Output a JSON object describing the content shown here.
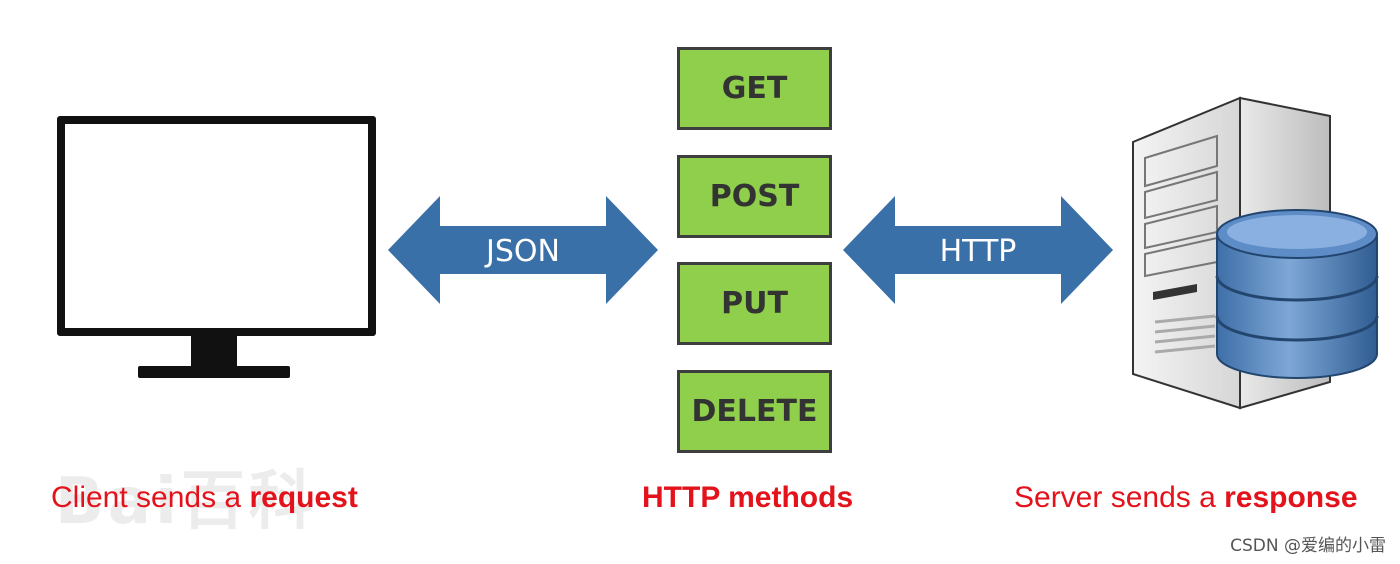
{
  "diagram": {
    "left_arrow_label": "JSON",
    "right_arrow_label": "HTTP",
    "methods": [
      "GET",
      "POST",
      "PUT",
      "DELETE"
    ],
    "captions": {
      "client": {
        "normal": "Client sends a ",
        "bold": "request"
      },
      "methods": {
        "bold": "HTTP methods"
      },
      "server": {
        "normal": "Server sends a ",
        "bold": "response"
      }
    }
  },
  "colors": {
    "arrow": "#3a70a8",
    "method_fill": "#8fcf4b",
    "caption": "#e3121b"
  },
  "icons": [
    "monitor-icon",
    "server-icon",
    "database-icon"
  ],
  "watermark": {
    "logo_text": "Bai百科",
    "credit": "CSDN @爱编的小雷"
  }
}
